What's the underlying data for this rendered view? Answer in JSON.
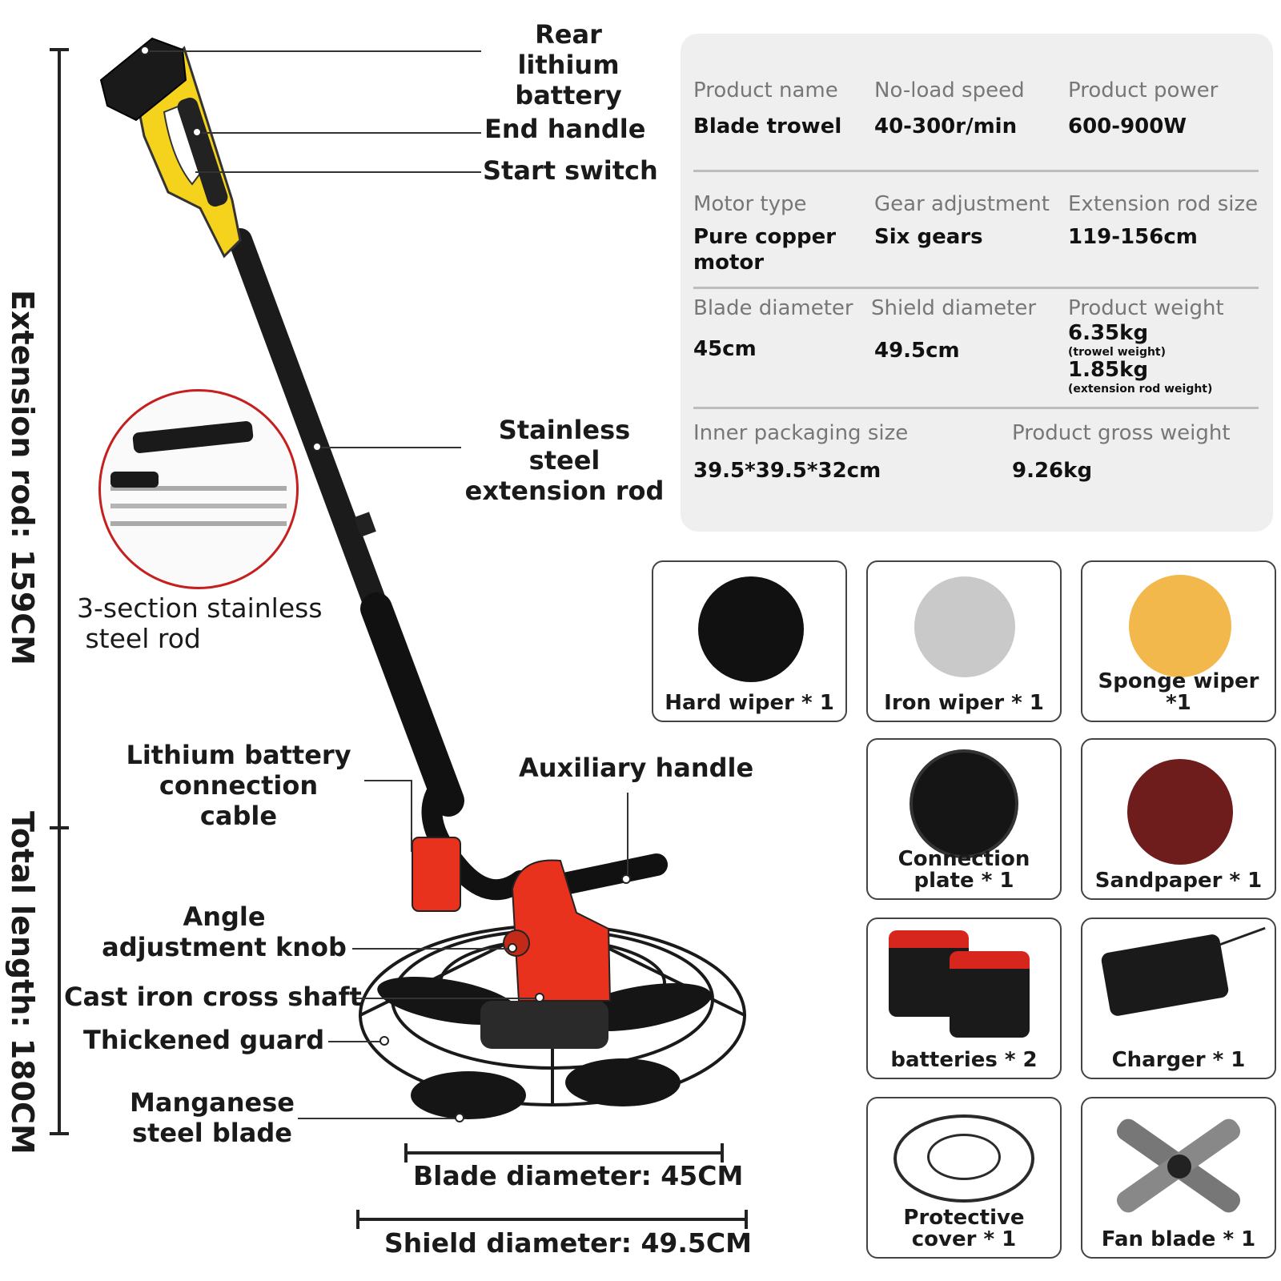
{
  "callouts": {
    "rear_battery": "Rear lithium\nbattery",
    "end_handle": "End handle",
    "start_switch": "Start switch",
    "extension_rod": "Stainless steel\nextension rod",
    "three_section": "3-section stainless\n steel rod",
    "battery_cable": "Lithium battery\nconnection cable",
    "aux_handle": "Auxiliary handle",
    "angle_knob": "Angle\nadjustment knob",
    "cross_shaft": "Cast iron cross shaft",
    "guard": "Thickened guard",
    "blade": "Manganese\nsteel blade"
  },
  "dimensions": {
    "extension_rod": "Extension rod: 159CM",
    "total_length": "Total length: 180CM",
    "blade_diameter": "Blade diameter: 45CM",
    "shield_diameter": "Shield diameter: 49.5CM"
  },
  "specs": [
    {
      "label": "Product name",
      "value": "Blade trowel"
    },
    {
      "label": "No-load speed",
      "value": "40-300r/min"
    },
    {
      "label": "Product power",
      "value": "600-900W"
    },
    {
      "label": "Motor type",
      "value": "Pure copper\nmotor"
    },
    {
      "label": "Gear adjustment",
      "value": "Six gears"
    },
    {
      "label": "Extension rod size",
      "value": "119-156cm"
    },
    {
      "label": "Blade diameter",
      "value": "45cm"
    },
    {
      "label": "Shield diameter",
      "value": "49.5cm"
    },
    {
      "label": "Product weight",
      "value": "6.35kg",
      "note": "(trowel weight)",
      "value2": "1.85kg",
      "note2": "(extension rod weight)"
    },
    {
      "label": "Inner packaging size",
      "value": "39.5*39.5*32cm"
    },
    {
      "label": "Product gross weight",
      "value": "9.26kg"
    }
  ],
  "accessories": [
    {
      "label": "Hard wiper * 1",
      "color": "#111111"
    },
    {
      "label": "Iron wiper * 1",
      "color": "#c9c9c9"
    },
    {
      "label": "Sponge wiper *1",
      "color": "#f2b84b"
    },
    {
      "label": "Connection\nplate * 1",
      "color": "#151515"
    },
    {
      "label": "Sandpaper * 1",
      "color": "#6e1c1c"
    },
    {
      "label": "batteries * 2",
      "color": "#d7261e"
    },
    {
      "label": "Charger * 1",
      "color": "#1a1a1a"
    },
    {
      "label": "Protective\ncover * 1",
      "color": "#2a2a2a"
    },
    {
      "label": "Fan blade * 1",
      "color": "#777777"
    }
  ],
  "colors": {
    "handle_yellow": "#f5d21c",
    "body_red": "#e8321e",
    "rod_black": "#1b1b1b",
    "panel_gray": "#efefef"
  }
}
